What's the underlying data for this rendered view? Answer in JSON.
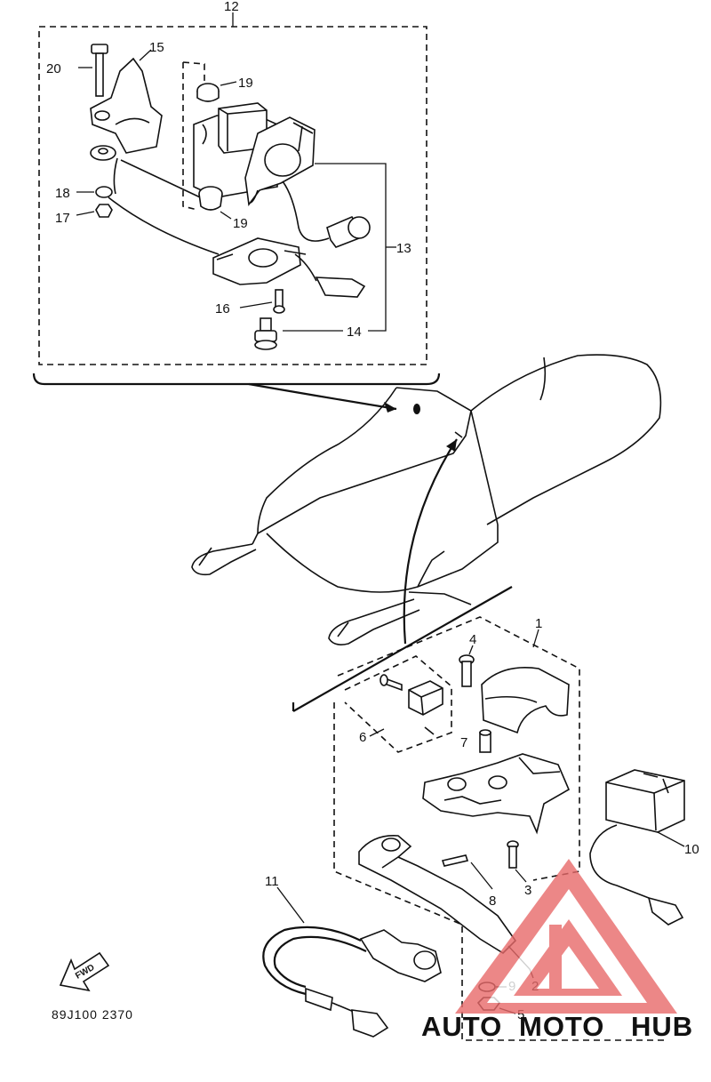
{
  "diagram": {
    "callouts": {
      "c1": "1",
      "c2": "2",
      "c3": "3",
      "c4": "4",
      "c5": "5",
      "c6": "6",
      "c7": "7",
      "c8": "8",
      "c9": "9",
      "c10": "10",
      "c11": "11",
      "c12": "12",
      "c13": "13",
      "c14": "14",
      "c15": "15",
      "c16": "16",
      "c17": "17",
      "c18": "18",
      "c19a": "19",
      "c19b": "19",
      "c20": "20"
    },
    "fwd_label": "FWD",
    "drawing_code": "89J100 2370",
    "watermark": {
      "part1": "AUTO",
      "part2": "MOTO",
      "part3": "HUB",
      "color_light": "#f5c78a",
      "color_main": "#e86a6a",
      "color_dark": "#4a4a4a"
    }
  }
}
